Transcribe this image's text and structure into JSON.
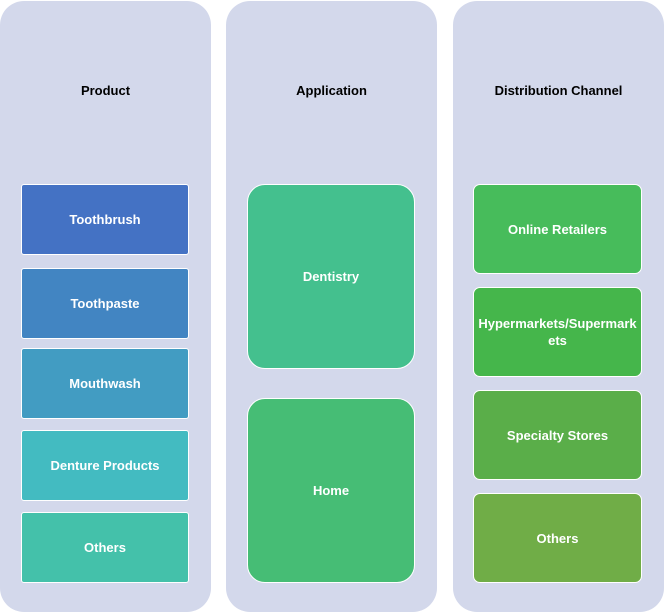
{
  "columns": [
    {
      "title": "Product",
      "items": [
        {
          "label": "Toothbrush",
          "color": "#4472c4"
        },
        {
          "label": "Toothpaste",
          "color": "#4285c2"
        },
        {
          "label": "Mouthwash",
          "color": "#429cc2"
        },
        {
          "label": "Denture Products",
          "color": "#43bbc1"
        },
        {
          "label": "Others",
          "color": "#44c1aa"
        }
      ]
    },
    {
      "title": "Application",
      "items": [
        {
          "label": "Dentistry",
          "color": "#44c08e"
        },
        {
          "label": "Home",
          "color": "#46bd75"
        }
      ]
    },
    {
      "title": "Distribution Channel",
      "items": [
        {
          "label": "Online Retailers",
          "color": "#47bc5b"
        },
        {
          "label": "Hypermarkets/Supermarkets",
          "color": "#45b64b"
        },
        {
          "label": "Specialty Stores",
          "color": "#5aae49"
        },
        {
          "label": "Others",
          "color": "#70ad47"
        }
      ]
    }
  ],
  "colors": {
    "panel_bg": "#d3d8eb",
    "box_border": "#ffffff",
    "text": "#ffffff"
  }
}
